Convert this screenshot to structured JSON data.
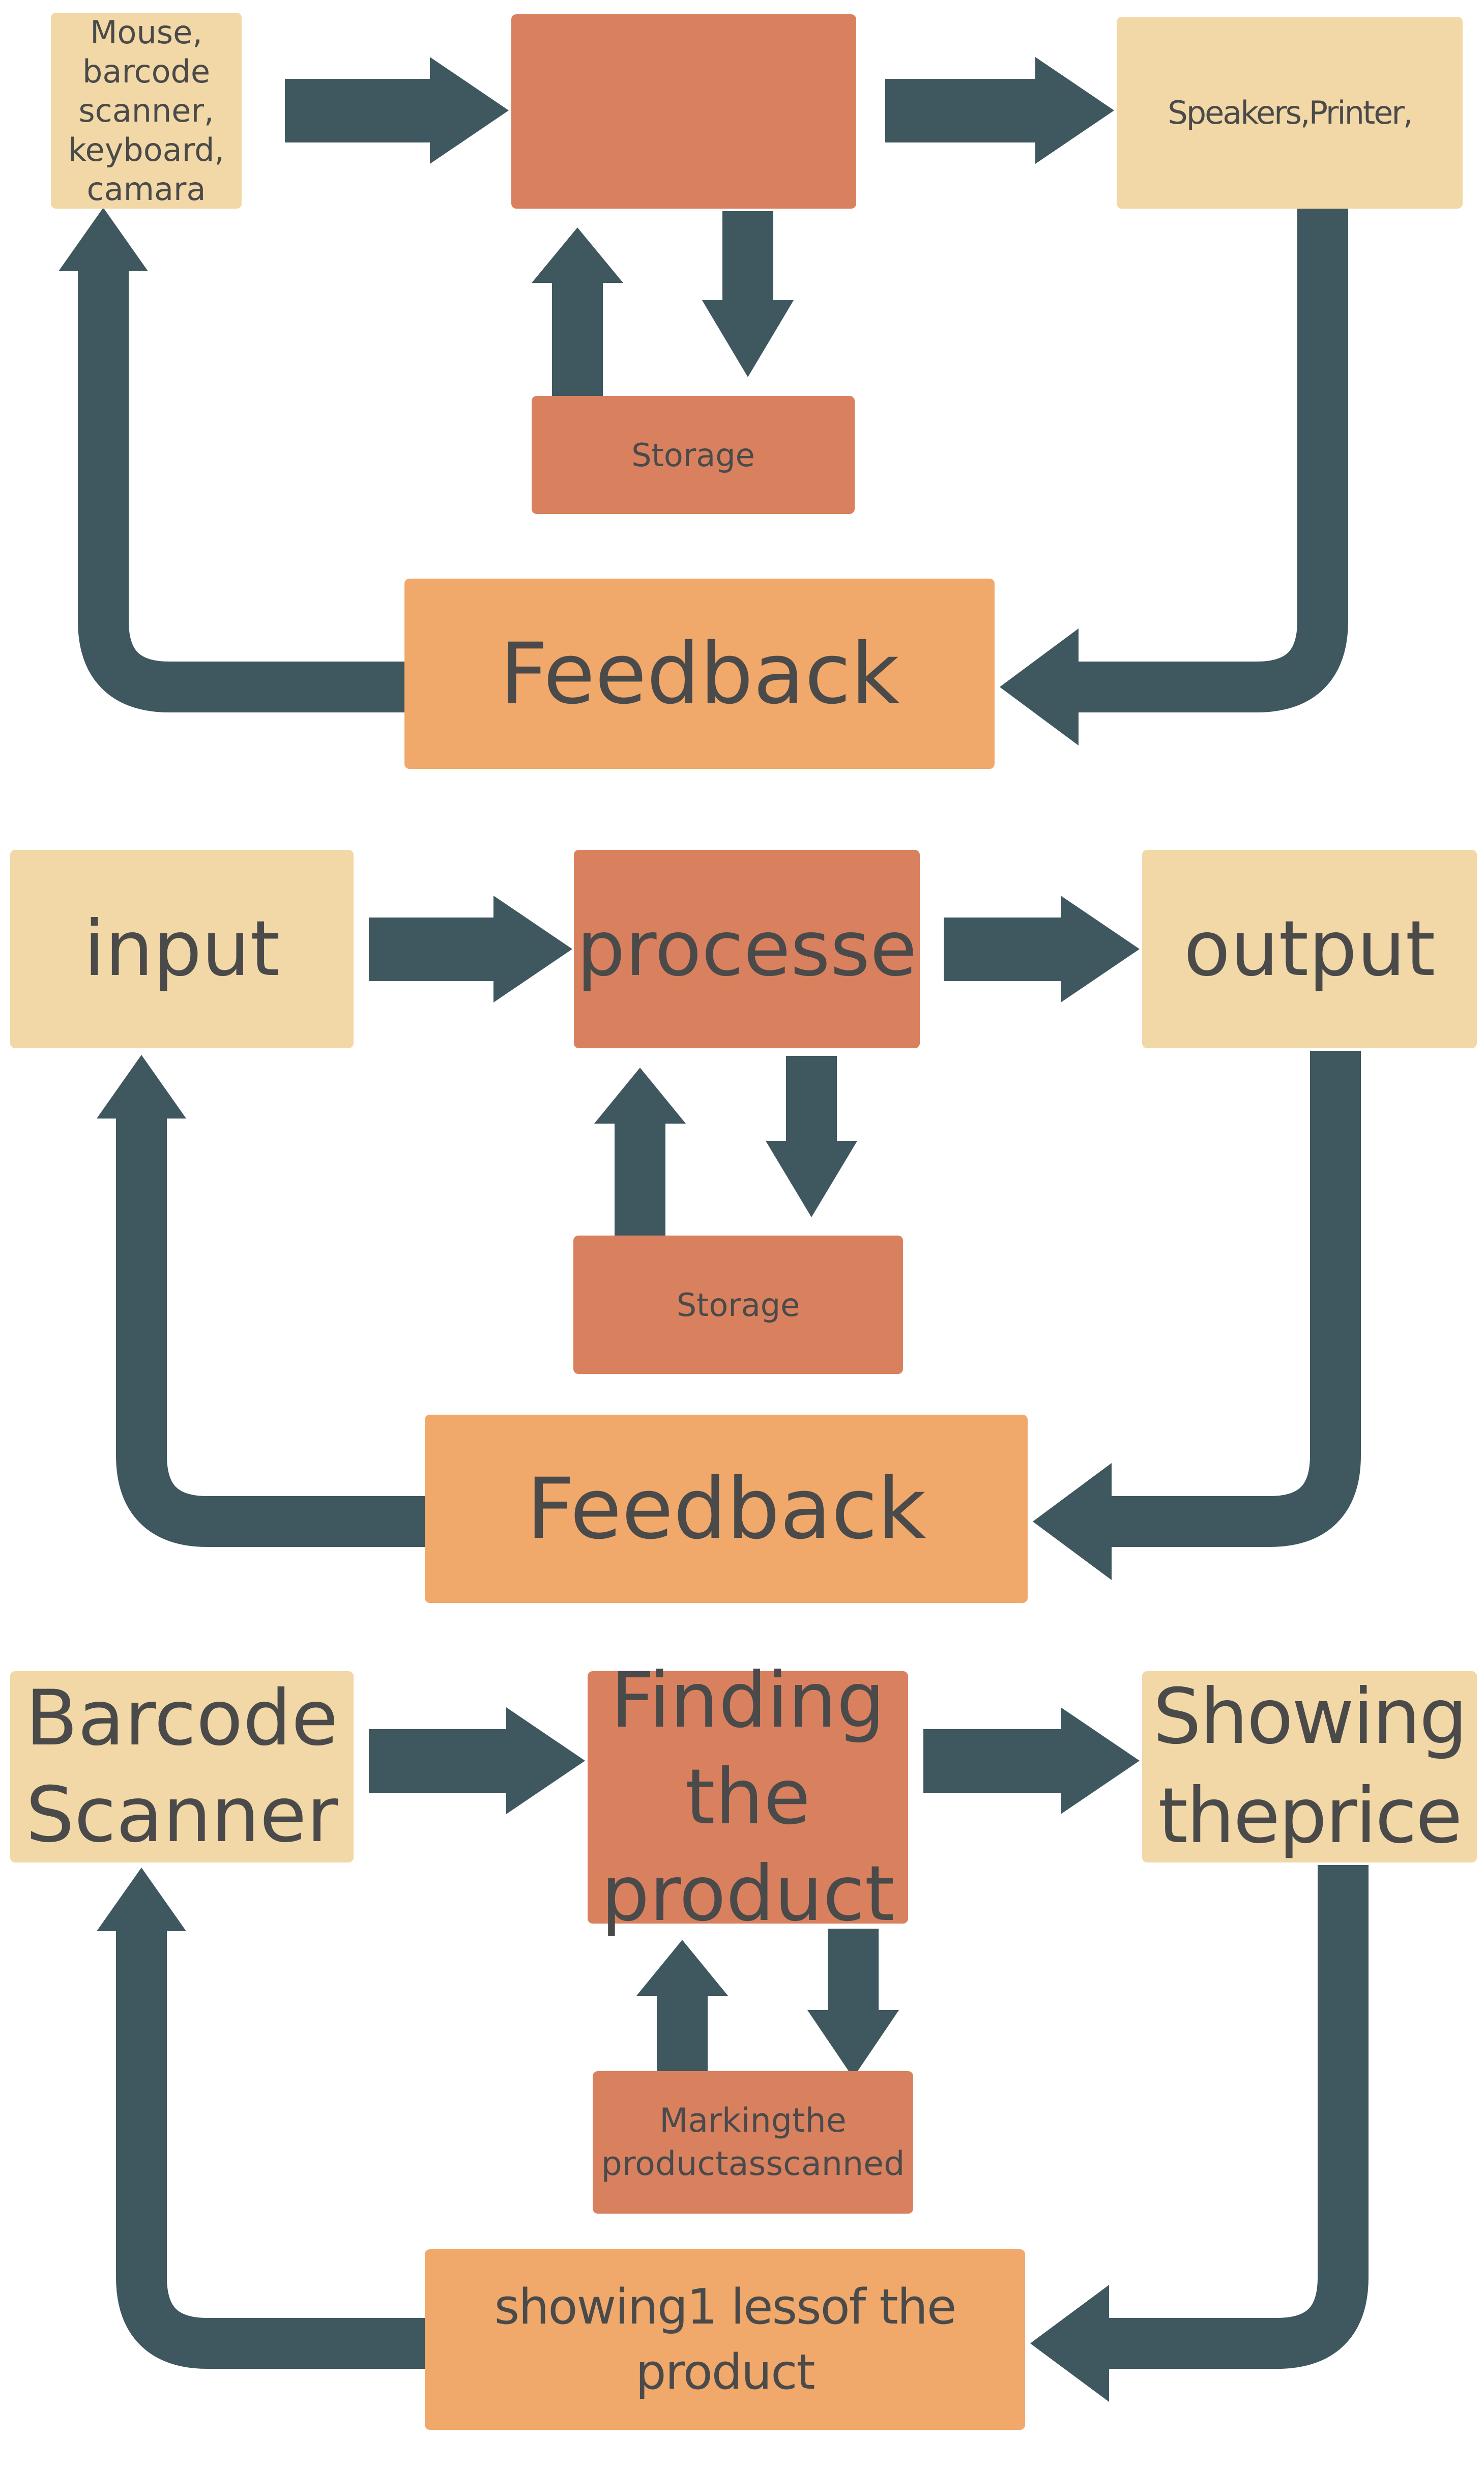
{
  "palette": {
    "bg": "#ffffff",
    "tan": "#f2d8a6",
    "salmon": "#d9815f",
    "orange": "#f1a96b",
    "slate": "#3f575f",
    "text": "#4a4a4a"
  },
  "sections": [
    {
      "title": "io-model-top",
      "input": {
        "lines": [
          "Mouse,",
          "barcode",
          "scanner,",
          "keyboard,",
          "camara"
        ]
      },
      "process": {
        "label": ""
      },
      "output": {
        "label": "Speakers,Printer,"
      },
      "storage": {
        "label": "Storage"
      },
      "feedback": {
        "label": "Feedback"
      }
    },
    {
      "title": "io-model-middle",
      "input": {
        "label": "input"
      },
      "process": {
        "label": "processe"
      },
      "output": {
        "label": "output"
      },
      "storage": {
        "label": "Storage"
      },
      "feedback": {
        "label": "Feedback"
      }
    },
    {
      "title": "barcode-example-bottom",
      "input": {
        "lines": [
          "Barcode",
          "Scanner"
        ]
      },
      "process": {
        "lines": [
          "Finding",
          "the",
          "product"
        ]
      },
      "output": {
        "lines": [
          "Showing",
          "theprice"
        ]
      },
      "storage": {
        "lines": [
          "Markingthe",
          "productasscanned"
        ]
      },
      "feedback": {
        "lines": [
          "showing1 lessof the",
          "product"
        ]
      }
    }
  ]
}
